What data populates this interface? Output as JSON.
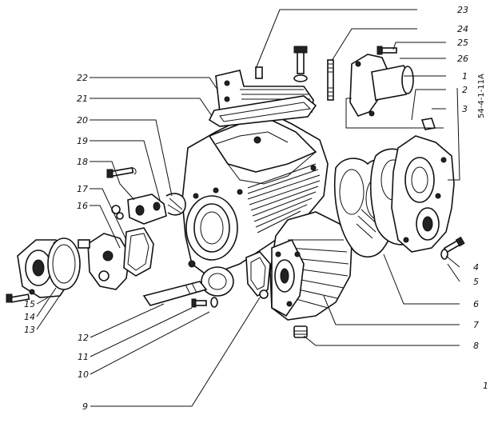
{
  "diagram": {
    "group_label": "54-4-1-11A",
    "callouts": [
      {
        "id": "1",
        "text": "1"
      },
      {
        "id": "2",
        "text": "2"
      },
      {
        "id": "3",
        "text": "3"
      },
      {
        "id": "4",
        "text": "4"
      },
      {
        "id": "5",
        "text": "5"
      },
      {
        "id": "6",
        "text": "6"
      },
      {
        "id": "7",
        "text": "7"
      },
      {
        "id": "8",
        "text": "8"
      },
      {
        "id": "9",
        "text": "9"
      },
      {
        "id": "10",
        "text": "10"
      },
      {
        "id": "11",
        "text": "11"
      },
      {
        "id": "12",
        "text": "12"
      },
      {
        "id": "13",
        "text": "13"
      },
      {
        "id": "14",
        "text": "14"
      },
      {
        "id": "15",
        "text": "15"
      },
      {
        "id": "16",
        "text": "16"
      },
      {
        "id": "17",
        "text": "17"
      },
      {
        "id": "18",
        "text": "18"
      },
      {
        "id": "19",
        "text": "19"
      },
      {
        "id": "20",
        "text": "20"
      },
      {
        "id": "21",
        "text": "21"
      },
      {
        "id": "22",
        "text": "22"
      },
      {
        "id": "23",
        "text": "23"
      },
      {
        "id": "24",
        "text": "24"
      },
      {
        "id": "25",
        "text": "25"
      },
      {
        "id": "26",
        "text": "26"
      }
    ],
    "corner_mark": "1"
  }
}
